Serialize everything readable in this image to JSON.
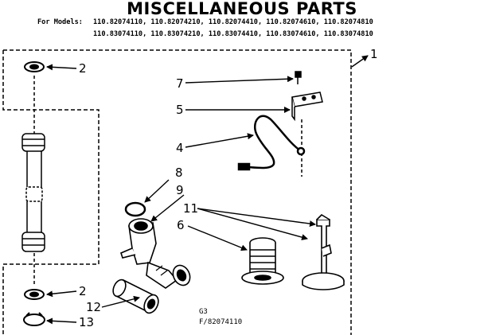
{
  "title": "MISCELLANEOUS PARTS",
  "models": {
    "prefix": "For Models:",
    "line1": "110.82074110, 110.82074210, 110.82074410, 110.82074610, 110.82074810",
    "line2": "110.83074110, 110.83074210, 110.83074410, 110.83074610, 110.83074810"
  },
  "callouts": {
    "c1": "1",
    "c2_top": "2",
    "c2_bottom": "2",
    "c4": "4",
    "c5": "5",
    "c6": "6",
    "c7": "7",
    "c8": "8",
    "c9": "9",
    "c11": "11",
    "c12": "12",
    "c13": "13"
  },
  "figure_code": {
    "line1": "G3",
    "line2": "F/82074110"
  }
}
